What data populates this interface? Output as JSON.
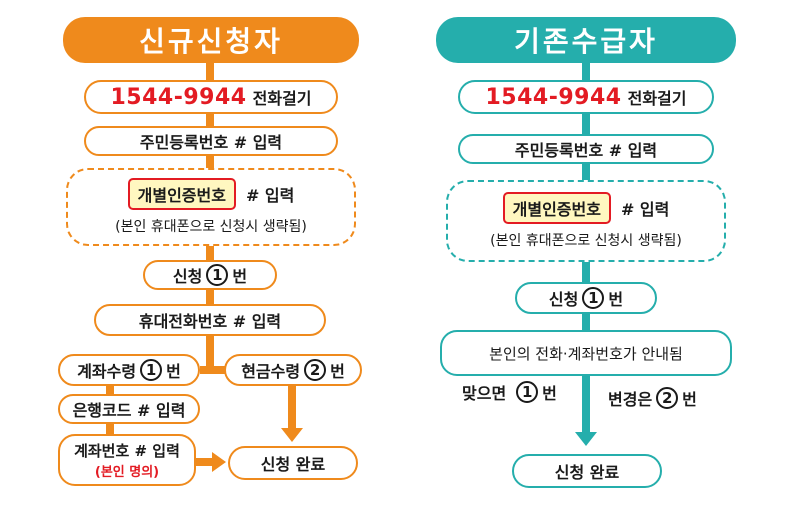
{
  "colors": {
    "left_accent": "#ef8a1c",
    "right_accent": "#25aeac",
    "highlight_fill": "#fff7c0",
    "highlight_text": "#e31b23"
  },
  "left": {
    "title": "신규신청자",
    "phone_number": "1544-9944",
    "phone_action": "전화걸기",
    "resident_number": "주민등록번호 # 입력",
    "cert_label": "개별인증번호",
    "cert_input": "# 입력",
    "cert_note": "(본인 휴대폰으로 신청시 생략됨)",
    "apply_prefix": "신청",
    "apply_num": "1",
    "apply_suffix": "번",
    "mobile_number": "휴대전화번호 # 입력",
    "account_prefix": "계좌수령",
    "account_num": "1",
    "account_suffix": "번",
    "cash_prefix": "현금수령",
    "cash_num": "2",
    "cash_suffix": "번",
    "bank_code": "은행코드 # 입력",
    "account_number": "계좌번호 # 입력",
    "account_note": "(본인 명의)",
    "done": "신청 완료"
  },
  "right": {
    "title": "기존수급자",
    "phone_number": "1544-9944",
    "phone_action": "전화걸기",
    "resident_number": "주민등록번호 # 입력",
    "cert_label": "개별인증번호",
    "cert_input": "# 입력",
    "cert_note": "(본인 휴대폰으로 신청시 생략됨)",
    "apply_prefix": "신청",
    "apply_num": "1",
    "apply_suffix": "번",
    "guide": "본인의 전화·계좌번호가 안내됨",
    "correct_prefix": "맞으면",
    "correct_num": "1",
    "correct_suffix": "번",
    "change_prefix": "변경은",
    "change_num": "2",
    "change_suffix": "번",
    "done": "신청 완료"
  }
}
